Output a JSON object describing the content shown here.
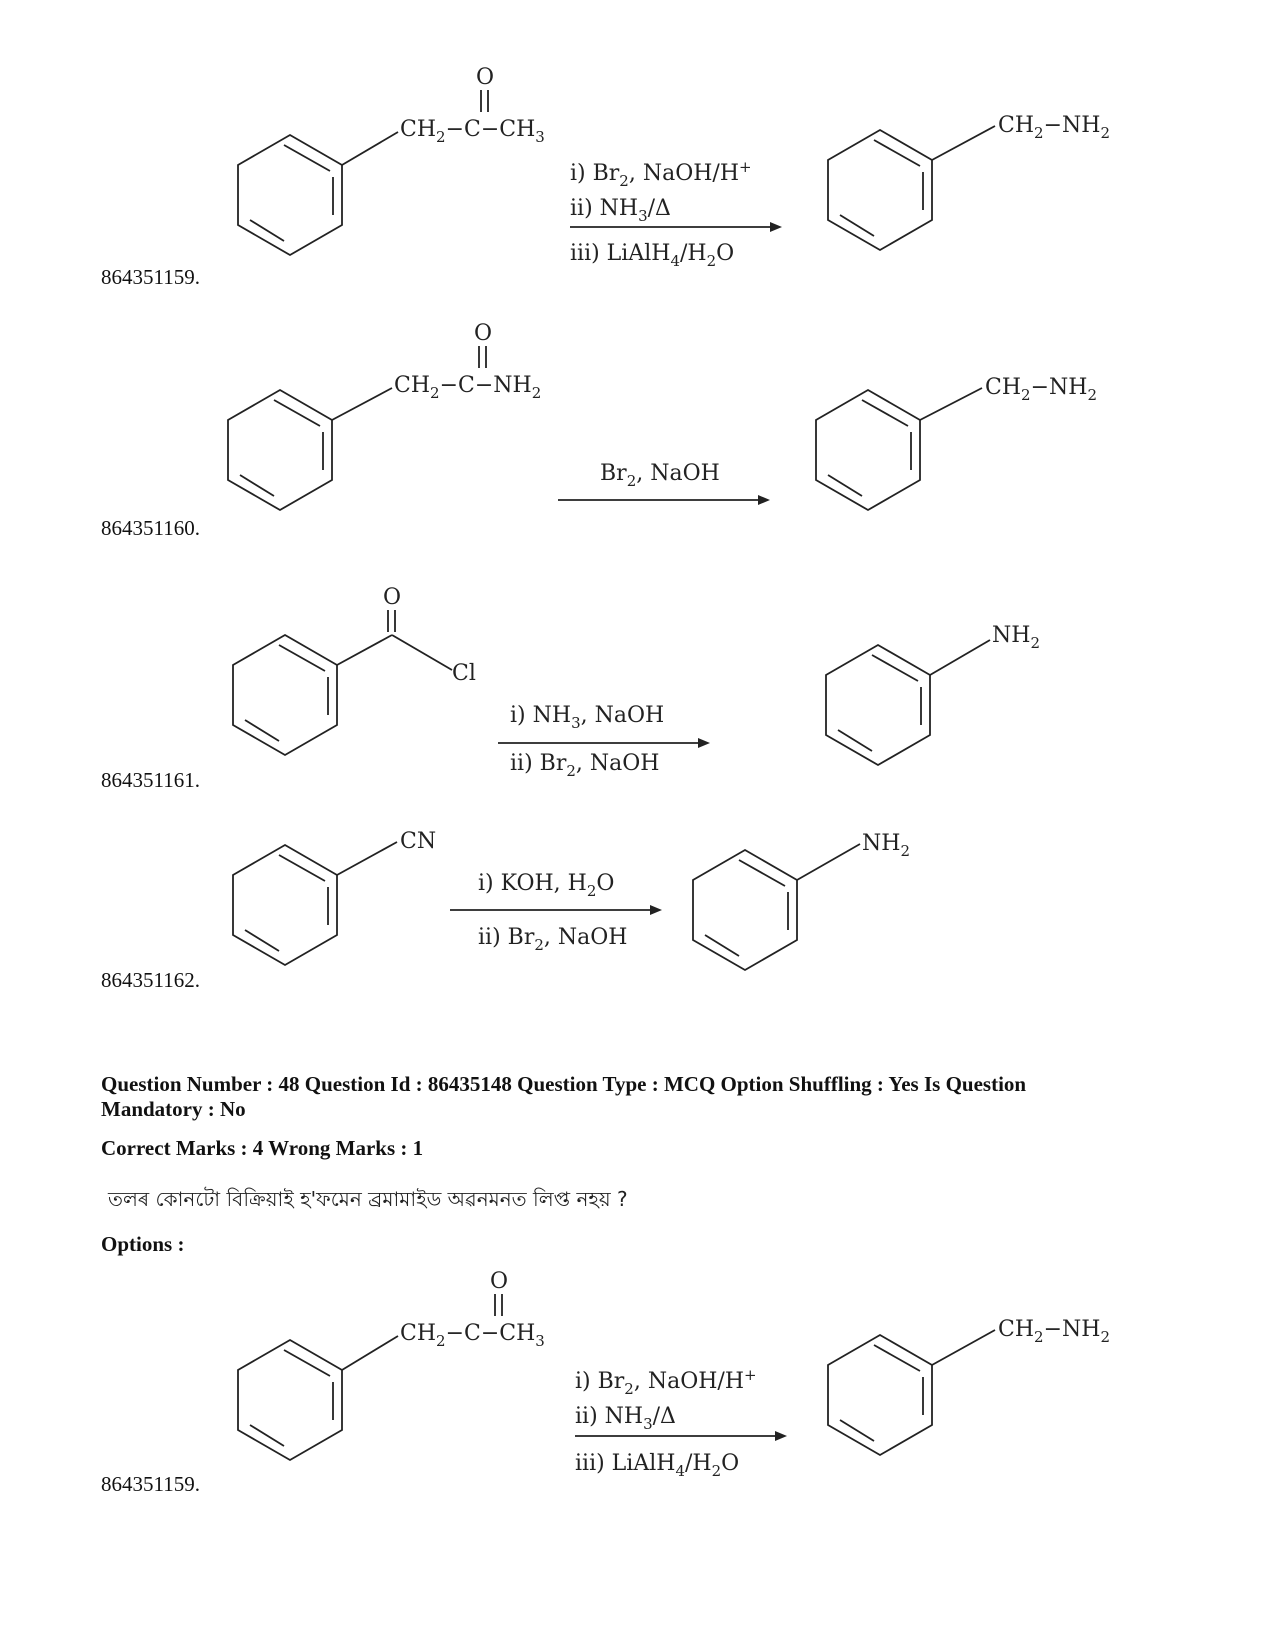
{
  "options_top": [
    {
      "id": "864351159.",
      "reactant": {
        "left": "CH",
        "sub1": "2",
        "mid": "−C−CH",
        "sub2": "3",
        "oxygen": "O"
      },
      "reagents": [
        {
          "t": "i) Br",
          "s": "2",
          "r": ", NaOH/H",
          "sup": "+"
        },
        {
          "t": "ii) NH",
          "s": "3",
          "r": "/Δ"
        },
        {
          "t": "iii) LiAlH",
          "s": "4",
          "r": "/H",
          "s2": "2",
          "r2": "O"
        }
      ],
      "product": {
        "a": "CH",
        "s1": "2",
        "b": "−NH",
        "s2": "2"
      }
    },
    {
      "id": "864351160.",
      "reactant": {
        "left": "CH",
        "sub1": "2",
        "mid": "−C−NH",
        "sub2": "2",
        "oxygen": "O"
      },
      "reagents": [
        {
          "t": "Br",
          "s": "2",
          "r": ", NaOH"
        }
      ],
      "product": {
        "a": "CH",
        "s1": "2",
        "b": "−NH",
        "s2": "2"
      }
    },
    {
      "id": "864351161.",
      "reactant": {
        "cl": "Cl",
        "oxygen": "O"
      },
      "reagents": [
        {
          "t": "i) NH",
          "s": "3",
          "r": ", NaOH"
        },
        {
          "t": "ii) Br",
          "s": "2",
          "r": ", NaOH"
        }
      ],
      "product": {
        "a": "NH",
        "s1": "2"
      }
    },
    {
      "id": "864351162.",
      "reactant": {
        "cn": "CN"
      },
      "reagents": [
        {
          "t": "i) KOH, H",
          "s": "2",
          "r": "O"
        },
        {
          "t": "ii) Br",
          "s": "2",
          "r": ", NaOH"
        }
      ],
      "product": {
        "a": "NH",
        "s1": "2"
      }
    }
  ],
  "question": {
    "line1": "Question Number : 48 Question Id : 86435148 Question Type : MCQ Option Shuffling : Yes Is Question",
    "line2": "Mandatory : No",
    "marks": "Correct Marks : 4 Wrong Marks : 1",
    "prompt": "তলৰ কোনটো বিক্ৰিয়াই হ'ফমেন ব্ৰমামাইড অৱনমনত লিপ্ত নহয় ?",
    "options_label": "Options :"
  },
  "options_bottom": [
    {
      "id": "864351159.",
      "reactant": {
        "left": "CH",
        "sub1": "2",
        "mid": "−C−CH",
        "sub2": "3",
        "oxygen": "O"
      },
      "reagents": [
        {
          "t": "i) Br",
          "s": "2",
          "r": ", NaOH/H",
          "sup": "+"
        },
        {
          "t": "ii) NH",
          "s": "3",
          "r": "/Δ"
        },
        {
          "t": "iii) LiAlH",
          "s": "4",
          "r": "/H",
          "s2": "2",
          "r2": "O"
        }
      ],
      "product": {
        "a": "CH",
        "s1": "2",
        "b": "−NH",
        "s2": "2"
      }
    }
  ]
}
